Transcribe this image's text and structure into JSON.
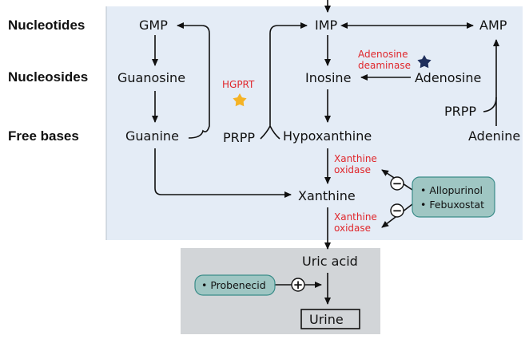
{
  "row_labels": {
    "nucleotides": "Nucleotides",
    "nucleosides": "Nucleosides",
    "free_bases": "Free bases"
  },
  "nodes": {
    "gmp": "GMP",
    "imp": "IMP",
    "amp": "AMP",
    "guanosine": "Guanosine",
    "inosine": "Inosine",
    "adenosine": "Adenosine",
    "guanine": "Guanine",
    "prpp_center": "PRPP",
    "hypoxanthine": "Hypoxanthine",
    "prpp_right": "PRPP",
    "adenine": "Adenine",
    "xanthine": "Xanthine",
    "uric_acid": "Uric acid",
    "urine": "Urine"
  },
  "enzymes": {
    "hgprt": "HGPRT",
    "adenosine_deaminase_line1": "Adenosine",
    "adenosine_deaminase_line2": "deaminase",
    "xanthine_oxidase_1_line1": "Xanthine",
    "xanthine_oxidase_1_line2": "oxidase",
    "xanthine_oxidase_2_line1": "Xanthine",
    "xanthine_oxidase_2_line2": "oxidase"
  },
  "drugs": {
    "inhibitors": [
      "• Allopurinol",
      "• Febuxostat"
    ],
    "uricosuric": "• Probenecid"
  },
  "symbols": {
    "inhibit": "−",
    "promote": "+"
  },
  "colors": {
    "panel_bg": "#e4ecf6",
    "excretion_bg": "#d2d5d8",
    "drug_box": "#9fc6c3",
    "drug_border": "#3a8c89",
    "enzyme_text": "#e0262b",
    "hgprt_star": "#f5b325",
    "ada_star": "#1f2f5c"
  },
  "icons": {
    "hgprt_marker": "yellow-star-icon",
    "ada_marker": "navy-star-icon"
  }
}
